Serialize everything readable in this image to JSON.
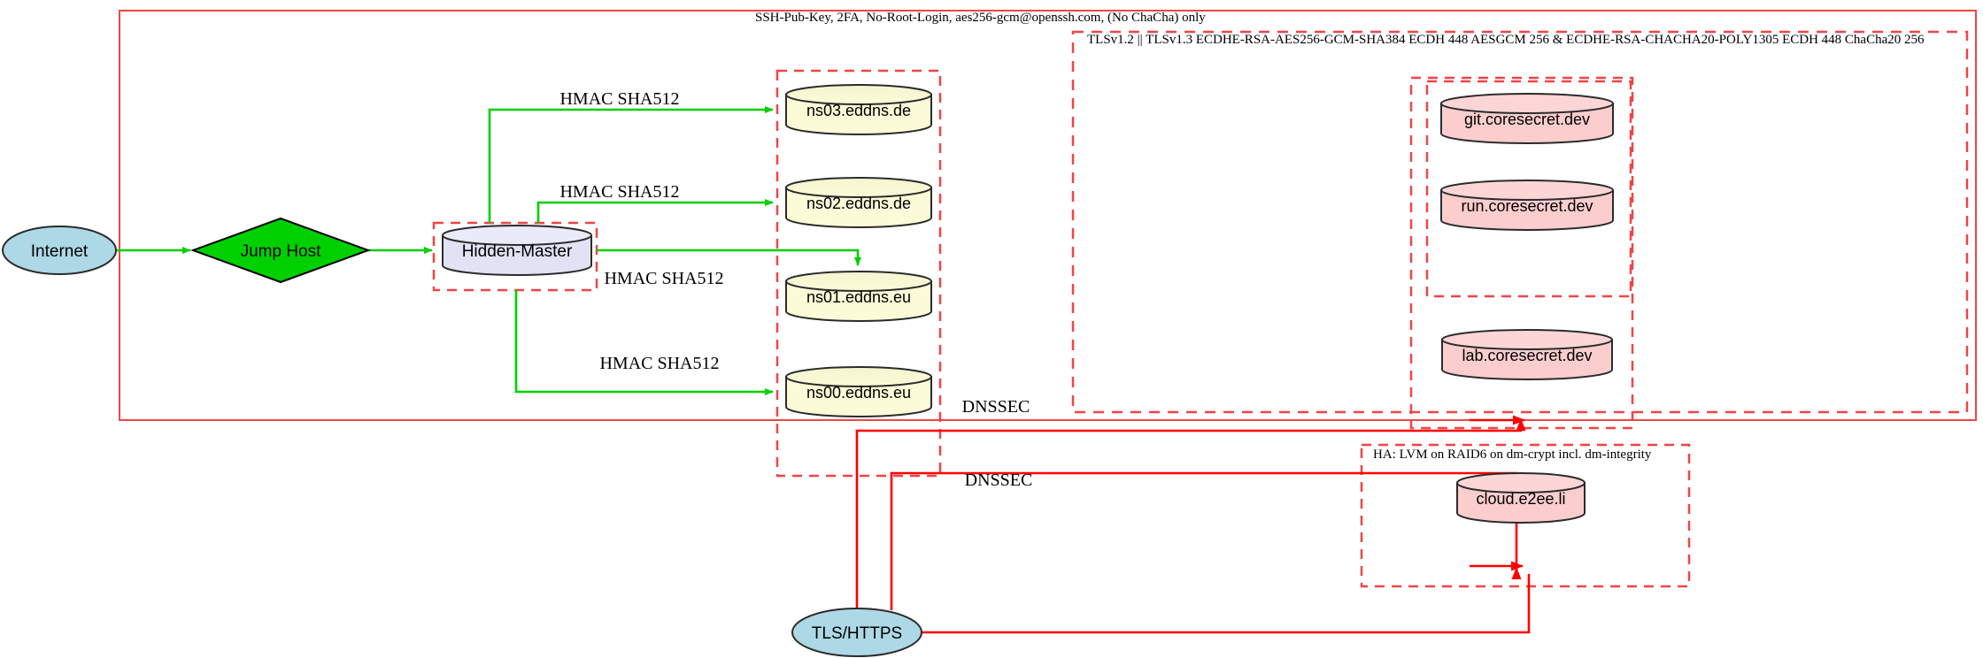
{
  "diagram": {
    "title_label": "SSH-Pub-Key, 2FA, No-Root-Login, aes256-gcm@openssh.com, (No ChaCha) only",
    "clusters": [
      {
        "name": "ssh-outer-cluster",
        "label": "SSH-Pub-Key, 2FA, No-Root-Login, aes256-gcm@openssh.com, (No ChaCha) only",
        "style": "solid",
        "color": "#f04545"
      },
      {
        "name": "tls-cluster",
        "label": "TLSv1.2 || TLSv1.3 ECDHE-RSA-AES256-GCM-SHA384 ECDH 448 AESGCM 256 & ECDHE-RSA-CHACHA20-POLY1305 ECDH 448 ChaCha20 256",
        "style": "dashed",
        "color": "#f04545"
      },
      {
        "name": "ha-cluster",
        "label": "HA: LVM on RAID6 on dm-crypt incl. dm-integrity",
        "style": "dashed",
        "color": "#f04545"
      },
      {
        "name": "hidden-master-cluster",
        "label": "",
        "style": "dashed",
        "color": "#f04545"
      },
      {
        "name": "nameserver-cluster",
        "label": "",
        "style": "dashed",
        "color": "#f04545"
      },
      {
        "name": "coresecret-outer-cluster",
        "label": "",
        "style": "dashed",
        "color": "#f04545"
      },
      {
        "name": "coresecret-inner-cluster",
        "label": "",
        "style": "dashed",
        "color": "#f04545"
      }
    ],
    "nodes": [
      {
        "name": "internet-node",
        "label": "Internet",
        "shape": "ellipse",
        "fill": "#add8e6"
      },
      {
        "name": "jump-host-node",
        "label": "Jump Host",
        "shape": "diamond",
        "fill": "#00d000"
      },
      {
        "name": "hidden-master-node",
        "label": "Hidden-Master",
        "shape": "cylinder",
        "fill": "#e2e2f5"
      },
      {
        "name": "ns03-node",
        "label": "ns03.eddns.de",
        "shape": "cylinder",
        "fill": "#fbfbd8"
      },
      {
        "name": "ns02-node",
        "label": "ns02.eddns.de",
        "shape": "cylinder",
        "fill": "#fbfbd8"
      },
      {
        "name": "ns01-node",
        "label": "ns01.eddns.eu",
        "shape": "cylinder",
        "fill": "#fbfbd8"
      },
      {
        "name": "ns00-node",
        "label": "ns00.eddns.eu",
        "shape": "cylinder",
        "fill": "#fbfbd8"
      },
      {
        "name": "git-coresecret-node",
        "label": "git.coresecret.dev",
        "shape": "cylinder",
        "fill": "#fbcdcd"
      },
      {
        "name": "run-coresecret-node",
        "label": "run.coresecret.dev",
        "shape": "cylinder",
        "fill": "#fbcdcd"
      },
      {
        "name": "lab-coresecret-node",
        "label": "lab.coresecret.dev",
        "shape": "cylinder",
        "fill": "#fbcdcd"
      },
      {
        "name": "cloud-e2ee-node",
        "label": "cloud.e2ee.li",
        "shape": "cylinder",
        "fill": "#fbcdcd"
      },
      {
        "name": "tls-https-node",
        "label": "TLS/HTTPS",
        "shape": "ellipse",
        "fill": "#add8e6"
      }
    ],
    "edge_labels": {
      "hmac": "HMAC SHA512",
      "dnssec": "DNSSEC"
    },
    "edges": [
      {
        "name": "edge-internet-jumphost",
        "from": "Internet",
        "to": "Jump Host",
        "label": "",
        "color": "#00d000"
      },
      {
        "name": "edge-jumphost-master",
        "from": "Jump Host",
        "to": "Hidden-Master",
        "label": "",
        "color": "#00d000"
      },
      {
        "name": "edge-master-ns03",
        "from": "Hidden-Master",
        "to": "ns03.eddns.de",
        "label": "HMAC SHA512",
        "color": "#00d000"
      },
      {
        "name": "edge-master-ns02",
        "from": "Hidden-Master",
        "to": "ns02.eddns.de",
        "label": "HMAC SHA512",
        "color": "#00d000"
      },
      {
        "name": "edge-master-ns01",
        "from": "Hidden-Master",
        "to": "ns01.eddns.eu",
        "label": "HMAC SHA512",
        "color": "#00d000"
      },
      {
        "name": "edge-master-ns00",
        "from": "Hidden-Master",
        "to": "ns00.eddns.eu",
        "label": "HMAC SHA512",
        "color": "#00d000"
      },
      {
        "name": "edge-dnssec-upper",
        "from": "ns00.eddns.eu",
        "to": "coresecret",
        "label": "DNSSEC",
        "color": "#ff0000"
      },
      {
        "name": "edge-dnssec-lower",
        "from": "ns00.eddns.eu",
        "to": "cloud.e2ee.li",
        "label": "DNSSEC",
        "color": "#ff0000"
      },
      {
        "name": "edge-tlshttps-coresecret",
        "from": "TLS/HTTPS",
        "to": "coresecret",
        "label": "",
        "color": "#ff0000"
      },
      {
        "name": "edge-tlshttps-cloud",
        "from": "TLS/HTTPS",
        "to": "cloud.e2ee.li",
        "label": "",
        "color": "#ff0000"
      }
    ]
  }
}
